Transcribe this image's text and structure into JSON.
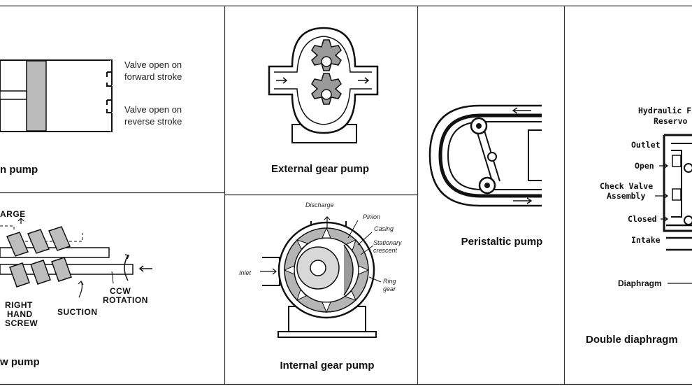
{
  "captions": {
    "piston": "n pump",
    "external_gear": "External gear pump",
    "peristaltic": "Peristaltic pump",
    "double_diaphragm": "Double diaphragm",
    "screw": "w pump",
    "internal_gear": "Internal gear pump"
  },
  "piston_labels": {
    "valve_forward_1": "Valve open on",
    "valve_forward_2": "forward stroke",
    "valve_reverse_1": "Valve open on",
    "valve_reverse_2": "reverse stroke"
  },
  "screw_labels": {
    "discharge": "ARGE",
    "right_hand_1": "RIGHT",
    "right_hand_2": "HAND",
    "right_hand_3": "SCREW",
    "suction": "SUCTION",
    "ccw_1": "CCW",
    "ccw_2": "ROTATION"
  },
  "internal_gear_labels": {
    "discharge": "Discharge",
    "pinion": "Pinion",
    "casing": "Casing",
    "stationary_1": "Stationary",
    "stationary_2": "crescent",
    "inlet": "Inlet",
    "ring_1": "Ring",
    "ring_2": "gear"
  },
  "diaphragm_labels": {
    "hydraulic": "Hydraulic F",
    "reservoir": "Reservo",
    "outlet": "Outlet",
    "open": "Open",
    "check_1": "Check Valve",
    "check_2": "Assembly",
    "closed": "Closed",
    "intake": "Intake",
    "diaphragm": "Diaphragm"
  }
}
